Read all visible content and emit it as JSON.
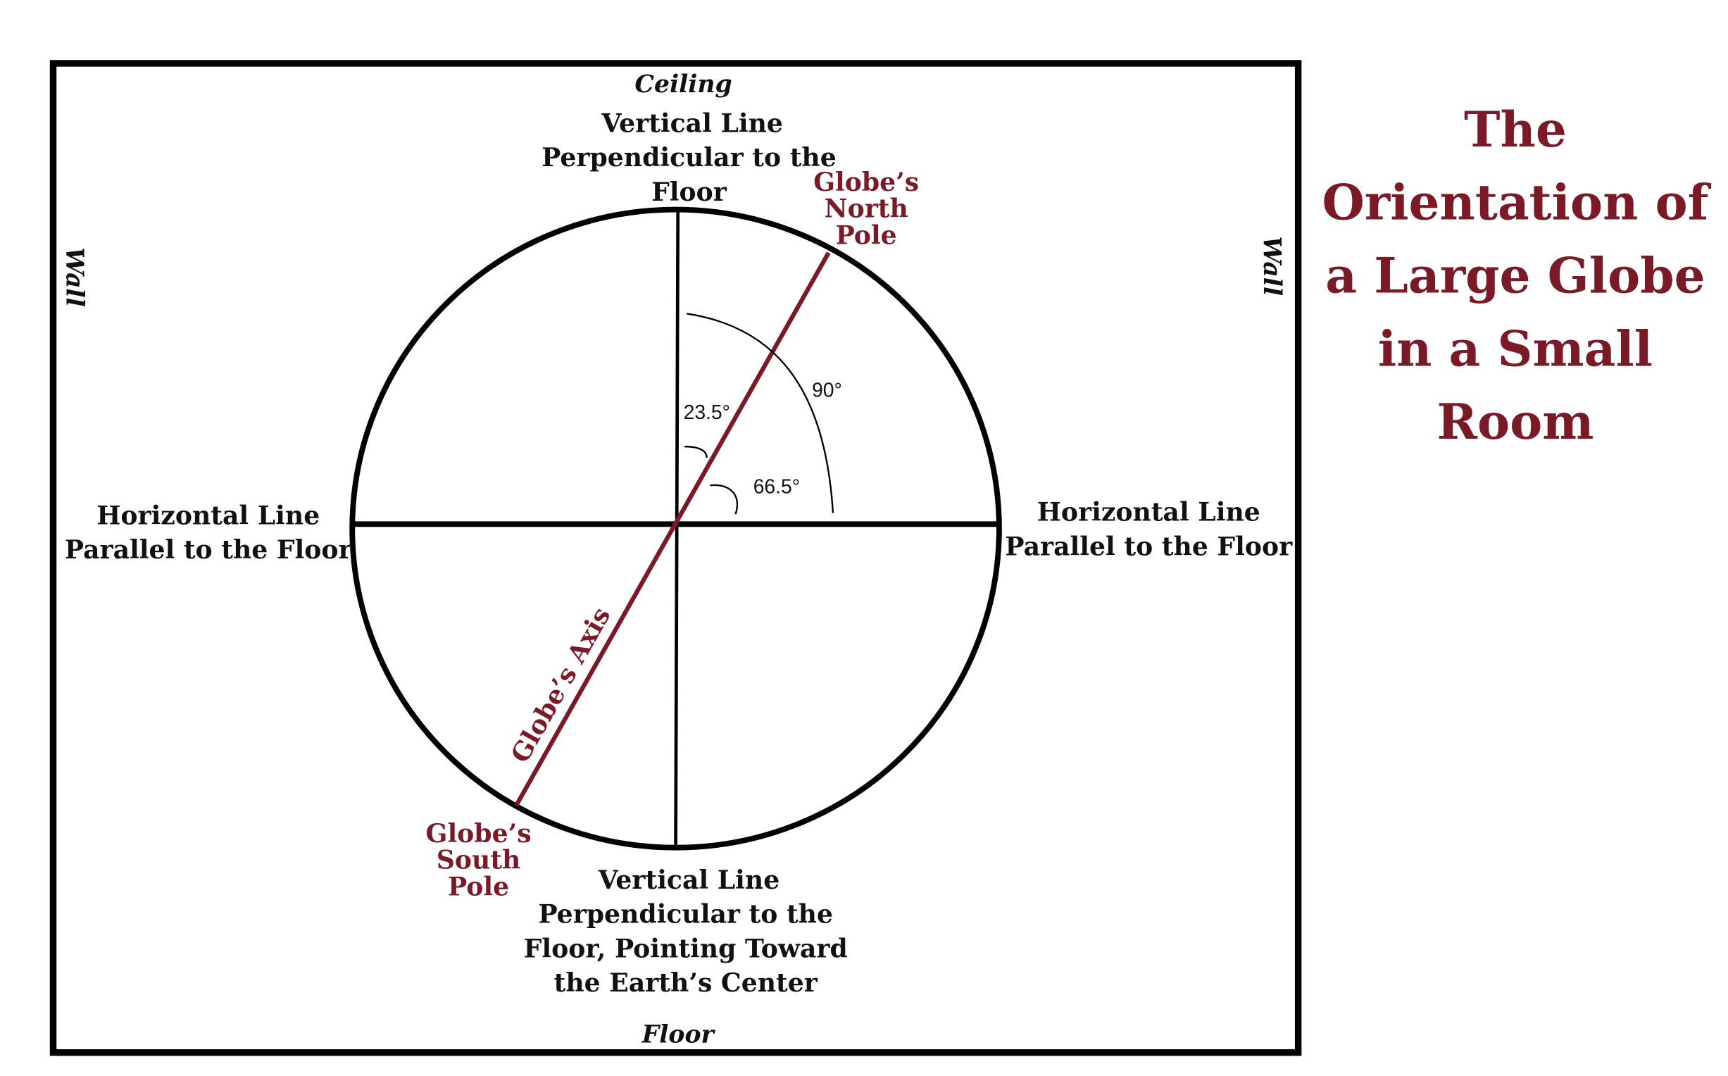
{
  "title_lines": [
    "The",
    "Orientation of",
    "a Large Globe",
    "in a Small",
    "Room"
  ],
  "room": {
    "ceiling": "Ceiling",
    "floor": "Floor",
    "wall_left": "Wall",
    "wall_right": "Wall"
  },
  "top_vertical": [
    "Vertical Line",
    "Perpendicular to the",
    "Floor"
  ],
  "bottom_vertical": [
    "Vertical Line",
    "Perpendicular to the",
    "Floor, Pointing Toward",
    "the Earth’s Center"
  ],
  "left_horizontal": [
    "Horizontal Line",
    "Parallel to the Floor"
  ],
  "right_horizontal": [
    "Horizontal Line",
    "Parallel to the Floor"
  ],
  "north_pole": [
    "Globe’s",
    "North",
    "Pole"
  ],
  "south_pole": [
    "Globe’s",
    "South",
    "Pole"
  ],
  "axis_label": "Globe’s Axis",
  "angles": {
    "tilt": "23.5°",
    "right": "90°",
    "complement": "66.5°"
  },
  "colors": {
    "accent": "#7a1a27",
    "line": "#000000"
  }
}
